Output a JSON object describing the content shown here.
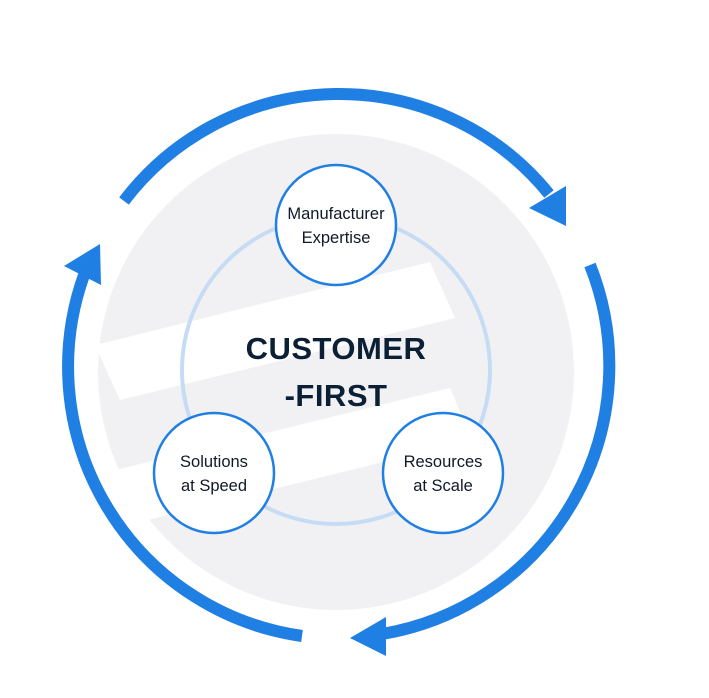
{
  "colors": {
    "accent": "#1f7fe3",
    "inner_ring": "#c6dcf4",
    "watermark": "#f1f1f3",
    "title": "#0b1f35",
    "node_text": "#111827"
  },
  "center": {
    "line1": "CUSTOMER",
    "line2": "-FIRST"
  },
  "nodes": [
    {
      "line1": "Manufacturer",
      "line2": "Expertise"
    },
    {
      "line1": "Solutions",
      "line2": "at Speed"
    },
    {
      "line1": "Resources",
      "line2": "at Scale"
    }
  ]
}
